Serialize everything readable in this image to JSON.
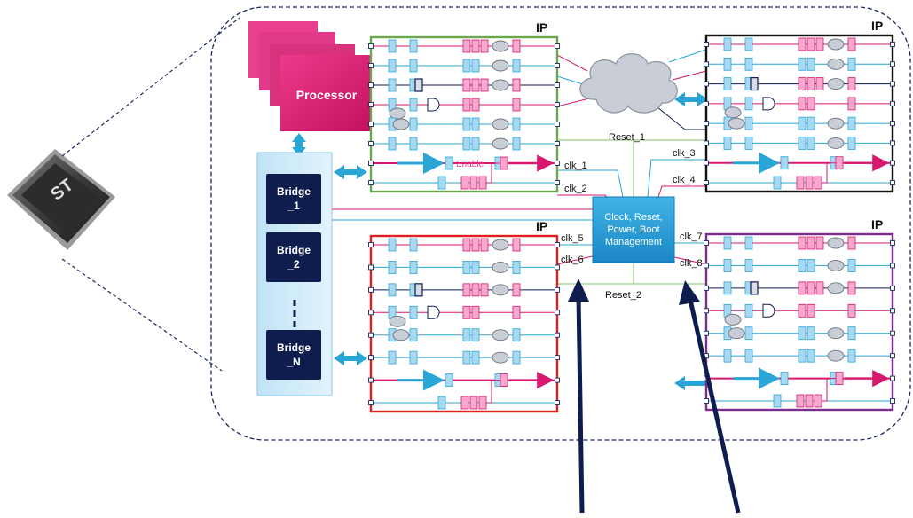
{
  "processor": {
    "label": "Processor"
  },
  "bridges": [
    {
      "line1": "Bridge",
      "line2": "_1"
    },
    {
      "line1": "Bridge",
      "line2": "_2"
    },
    {
      "line1": "Bridge",
      "line2": "_N"
    }
  ],
  "ip_blocks": [
    {
      "label": "IP",
      "border_color": "#6aa84f",
      "has_enable": true
    },
    {
      "label": "IP",
      "border_color": "#111111",
      "has_enable": false
    },
    {
      "label": "IP",
      "border_color": "#e02020",
      "has_enable": false
    },
    {
      "label": "IP",
      "border_color": "#7b2d8e",
      "has_enable": false
    }
  ],
  "enable_label": "Enable",
  "management": {
    "line1": "Clock, Reset,",
    "line2": "Power, Boot",
    "line3": "Management"
  },
  "clocks": [
    "clk_1",
    "clk_2",
    "clk_3",
    "clk_4",
    "clk_5",
    "clk_6",
    "clk_7",
    "clk_8"
  ],
  "resets": [
    "Reset_1",
    "Reset_2"
  ],
  "colors": {
    "magenta": "#d6186e",
    "pink_cell": "#f7a8cf",
    "blue_cell": "#a9d8f0",
    "cyan_line": "#2aa6d6",
    "navy": "#0e1d4e",
    "bridge_panel": "#cde9f8",
    "mgmt_box": "#2aa0d8",
    "cloud": "#c9ced6",
    "green_line": "#7fbf6a"
  },
  "icons": [
    "chip-icon",
    "cloud-icon",
    "bidirectional-arrow-icon",
    "pointer-arrow-icon"
  ]
}
